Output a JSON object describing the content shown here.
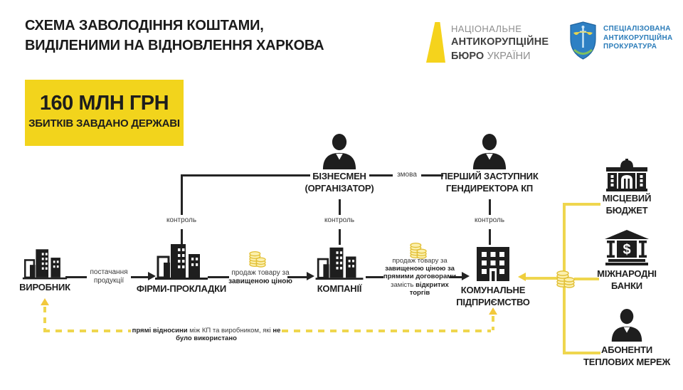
{
  "header": {
    "title": {
      "line1": "СХЕМА ЗАВОЛОДІННЯ КОШТАМИ,",
      "line2": "ВИДІЛЕНИМИ НА ВІДНОВЛЕННЯ ХАРКОВА"
    },
    "nabu": {
      "line1": "НАЦІОНАЛЬНЕ",
      "line2": "АНТИКОРУПЦІЙНЕ",
      "line3_bold": "БЮРО",
      "line3_light": "УКРАЇНИ"
    },
    "sap": {
      "line1": "СПЕЦІАЛІЗОВАНА",
      "line2": "АНТИКОРУПЦІЙНА",
      "line3": "ПРОКУРАТУРА"
    }
  },
  "damage_box": {
    "amount": "160 МЛН ГРН",
    "caption": "ЗБИТКІВ ЗАВДАНО ДЕРЖАВІ"
  },
  "nodes": {
    "businessman": {
      "line1": "БІЗНЕСМЕН",
      "line2": "(ОРГАНІЗАТОР)"
    },
    "deputy": {
      "line1": "ПЕРШИЙ ЗАСТУПНИК",
      "line2": "ГЕНДИРЕКТОРА КП"
    },
    "producer": {
      "label": "ВИРОБНИК"
    },
    "shell_firms": {
      "label": "ФІРМИ-ПРОКЛАДКИ"
    },
    "companies": {
      "label": "КОМПАНІЇ"
    },
    "utility": {
      "line1": "КОМУНАЛЬНЕ",
      "line2": "ПІДПРИЄМСТВО"
    },
    "local_budget": {
      "line1": "МІСЦЕВИЙ",
      "line2": "БЮДЖЕТ"
    },
    "intl_banks": {
      "line1": "МІЖНАРОДНІ",
      "line2": "БАНКИ"
    },
    "heat_subscribers": {
      "line1": "АБОНЕНТИ",
      "line2": "ТЕПЛОВИХ МЕРЕЖ"
    }
  },
  "edges": {
    "conspiracy": "змова",
    "control": "контроль",
    "supply": {
      "line1": "постачання",
      "line2": "продукції"
    },
    "sale_overpriced": {
      "line1": "продаж товару за",
      "line2_bold": "завищеною ціною"
    },
    "sale_direct": {
      "line1": "продаж товару за",
      "line2_bold": "завищеною ціною за",
      "line3_bold": "прямими договорами",
      "line4_regular": "замість",
      "line4_bold": "відкритих",
      "line5_bold": "торгів"
    },
    "direct_relations": {
      "bold1": "прямі відносини",
      "regular": "між КП та виробником, які",
      "bold2": "не було використано"
    }
  },
  "colors": {
    "brand_yellow": "#F2D41C",
    "line_yellow": "#EFD64E",
    "arrow_gold": "#F2C83C",
    "ink": "#1E1E1E",
    "sap_blue": "#2B7CB9"
  }
}
